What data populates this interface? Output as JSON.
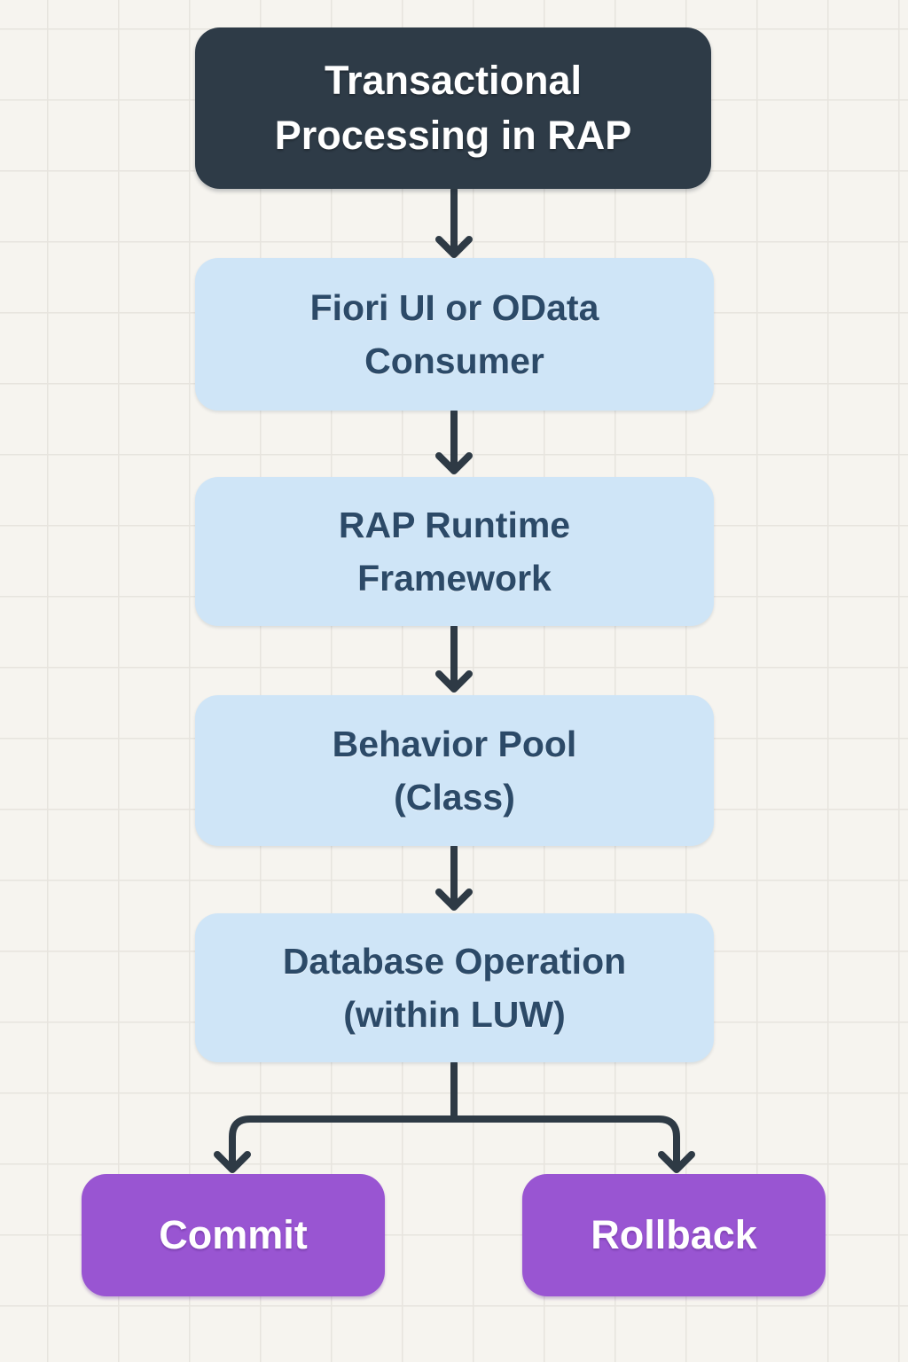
{
  "diagram": {
    "title": "Transactional Processing in RAP",
    "type": "flowchart",
    "nodes": {
      "title": {
        "line1": "Transactional",
        "line2": "Processing in RAP",
        "style": "dark"
      },
      "consumer": {
        "line1": "Fiori UI or OData",
        "line2": "Consumer",
        "style": "blue"
      },
      "runtime": {
        "line1": "RAP Runtime",
        "line2": "Framework",
        "style": "blue"
      },
      "behavior": {
        "line1": "Behavior Pool",
        "line2": "(Class)",
        "style": "blue"
      },
      "database": {
        "line1": "Database Operation",
        "line2": "(within LUW)",
        "style": "blue"
      },
      "commit": {
        "label": "Commit",
        "style": "purple"
      },
      "rollback": {
        "label": "Rollback",
        "style": "purple"
      }
    },
    "edges": [
      {
        "from": "Transactional Processing in RAP",
        "to": "Fiori UI or OData Consumer"
      },
      {
        "from": "Fiori UI or OData Consumer",
        "to": "RAP Runtime Framework"
      },
      {
        "from": "RAP Runtime Framework",
        "to": "Behavior Pool (Class)"
      },
      {
        "from": "Behavior Pool (Class)",
        "to": "Database Operation (within LUW)"
      },
      {
        "from": "Database Operation (within LUW)",
        "to": "Commit"
      },
      {
        "from": "Database Operation (within LUW)",
        "to": "Rollback"
      }
    ],
    "colors": {
      "background": "#f6f4ef",
      "grid_line": "#e7e4de",
      "dark_node": "#2e3b47",
      "dark_node_text": "#ffffff",
      "blue_node": "#cfe5f7",
      "blue_node_text": "#2c4a68",
      "purple_node": "#9955d2",
      "purple_node_text": "#ffffff",
      "arrow": "#2e3a45"
    }
  }
}
